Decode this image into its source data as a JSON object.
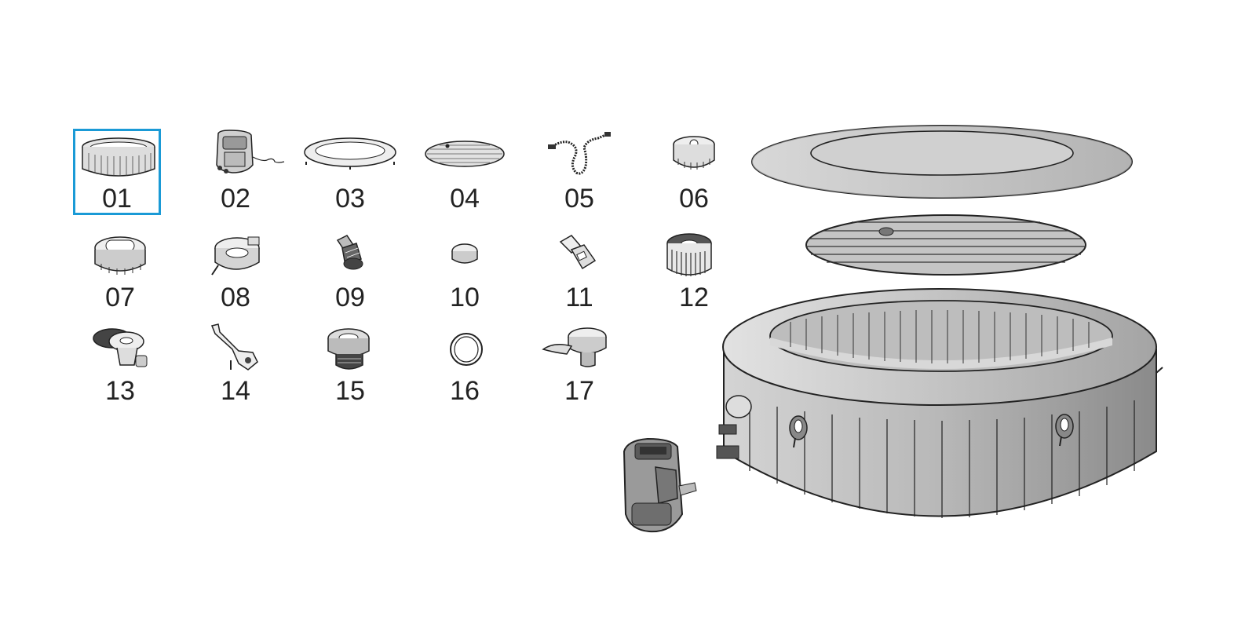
{
  "parts": [
    {
      "number": "01",
      "icon": "spa-body-icon",
      "selected": true
    },
    {
      "number": "02",
      "icon": "pump-unit-icon",
      "selected": false
    },
    {
      "number": "03",
      "icon": "spa-cover-icon",
      "selected": false
    },
    {
      "number": "04",
      "icon": "inner-lid-icon",
      "selected": false
    },
    {
      "number": "05",
      "icon": "coiled-hose-icon",
      "selected": false
    },
    {
      "number": "06",
      "icon": "filter-cap-icon",
      "selected": false
    },
    {
      "number": "07",
      "icon": "drain-plug-icon",
      "selected": false
    },
    {
      "number": "08",
      "icon": "filter-housing-icon",
      "selected": false
    },
    {
      "number": "09",
      "icon": "hose-adapter-icon",
      "selected": false
    },
    {
      "number": "10",
      "icon": "small-cap-icon",
      "selected": false
    },
    {
      "number": "11",
      "icon": "buckle-clip-icon",
      "selected": false
    },
    {
      "number": "12",
      "icon": "filter-cartridge-icon",
      "selected": false
    },
    {
      "number": "13",
      "icon": "drain-valve-icon",
      "selected": false
    },
    {
      "number": "14",
      "icon": "wrench-tool-icon",
      "selected": false
    },
    {
      "number": "15",
      "icon": "threaded-connector-icon",
      "selected": false
    },
    {
      "number": "16",
      "icon": "o-ring-icon",
      "selected": false
    },
    {
      "number": "17",
      "icon": "inflation-valve-icon",
      "selected": false
    }
  ],
  "colors": {
    "selection": "#1a9ad6",
    "line": "#222222",
    "fill_light": "#d6d6d6",
    "fill_mid": "#a9a9a9"
  }
}
